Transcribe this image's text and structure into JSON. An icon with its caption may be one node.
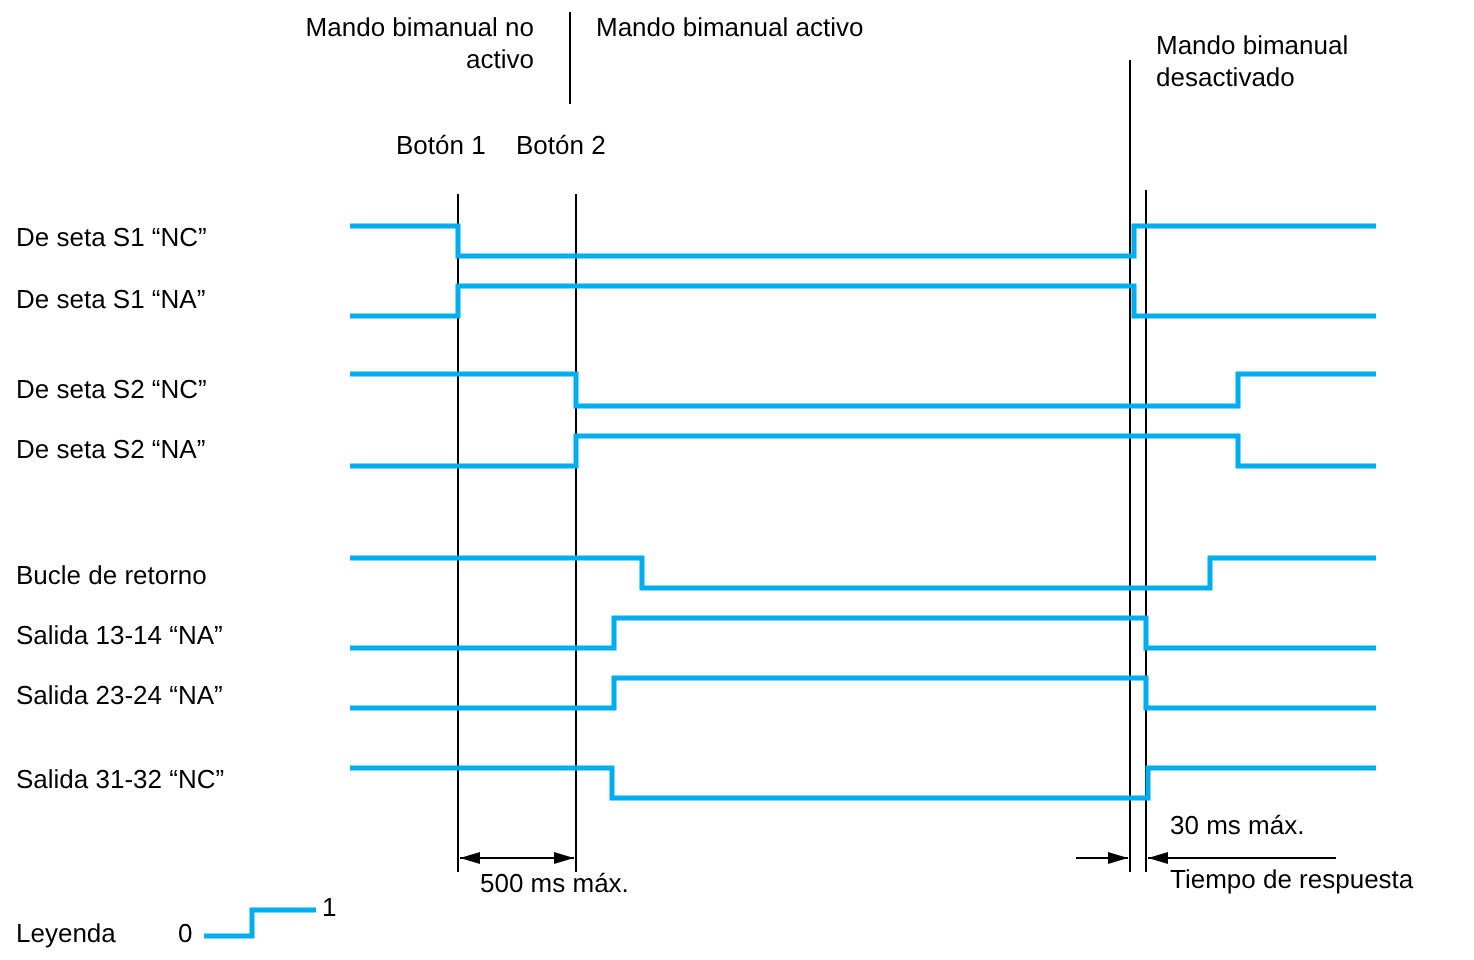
{
  "diagram": {
    "labels": [
      "Mando bimanual no activo",
      "Mando bimanual activo",
      "Mando bimanual desactivado",
      "Botón 1",
      "Botón 2",
      "De seta S1 “NC”",
      "De seta S1 “NA”",
      "De seta S2 “NC”",
      "De seta S2 “NA”",
      "Bucle de retorno",
      "Salida 13-14 “NA”",
      "Salida 23-24 “NA”",
      "Salida 31-32 “NC”",
      "500 ms máx.",
      "30 ms máx.",
      "Tiempo de respuesta",
      "Leyenda",
      "0",
      "1"
    ]
  }
}
